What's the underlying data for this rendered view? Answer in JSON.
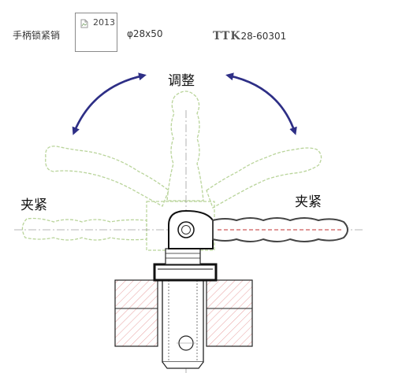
{
  "header": {
    "product_name": "手柄锁紧销",
    "image_alt": "2013",
    "spec": "φ28x50",
    "brand": "TTK",
    "part_number": "28-60301"
  },
  "diagram": {
    "label_adjust": "调整",
    "label_clamp_left": "夹紧",
    "label_clamp_right": "夹紧"
  },
  "colors": {
    "ghost_handle": "#b9d49a",
    "arrow": "#2e2f86",
    "hatch": "#e8a0a0",
    "outline": "#222222"
  },
  "icons": [
    "broken-image-icon",
    "curved-arrow-icon"
  ]
}
